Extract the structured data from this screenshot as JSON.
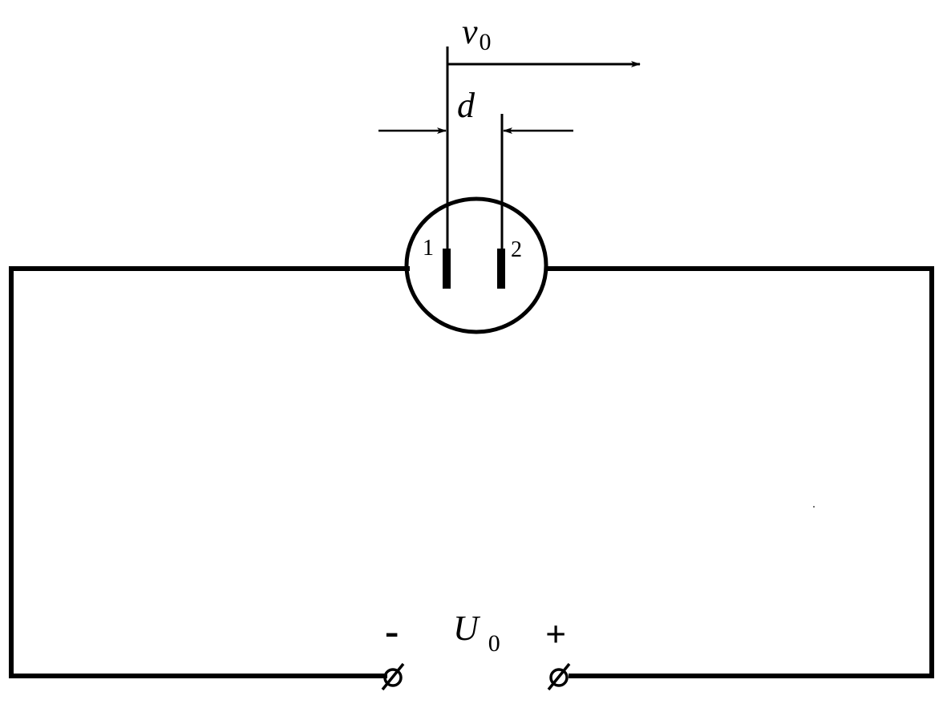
{
  "labels": {
    "velocity_symbol": "v",
    "velocity_subscript": "0",
    "distance_symbol": "d",
    "electrode_1": "1",
    "electrode_2": "2",
    "voltage_symbol": "U",
    "voltage_subscript": "0",
    "minus_terminal": "-",
    "plus_terminal": "+"
  },
  "colors": {
    "line": "#000000",
    "background": "#ffffff"
  }
}
